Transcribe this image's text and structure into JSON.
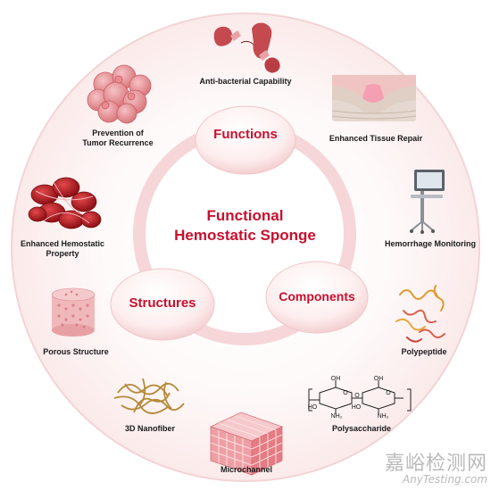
{
  "center": {
    "line1": "Functional",
    "line2": "Hemostatic Sponge"
  },
  "categories": {
    "functions": "Functions",
    "structures": "Structures",
    "components": "Components"
  },
  "items": {
    "anti_bacterial": "Anti-bacterial Capability",
    "tumor_line1": "Prevention of",
    "tumor_line2": "Tumor Recurrence",
    "tissue_repair": "Enhanced Tissue Repair",
    "hemostatic_line1": "Enhanced Hemostatic",
    "hemostatic_line2": "Property",
    "hemorrhage_monitoring": "Hemorrhage Monitoring",
    "porous_structure": "Porous Structure",
    "polypeptide": "Polypeptide",
    "nanofiber": "3D Nanofiber",
    "polysaccharide": "Polysaccharide",
    "microchannel": "Microchannel"
  },
  "chem": {
    "oh_top_left": "OH",
    "oh_top_right": "OH",
    "ho_left": "HO",
    "ho_mid": "HO",
    "nh2_left": "NH₂",
    "nh2_right": "NH₂",
    "o_ring_left": "O",
    "o_ring_right": "O",
    "o_link": "O"
  },
  "watermark": {
    "cn": "嘉峪检测网",
    "en": "AnyTesting.com"
  },
  "colors": {
    "accent": "#c8102e",
    "ring": "#f6d9da",
    "disc": "#fdf1f1",
    "label": "#1a1a1a"
  }
}
